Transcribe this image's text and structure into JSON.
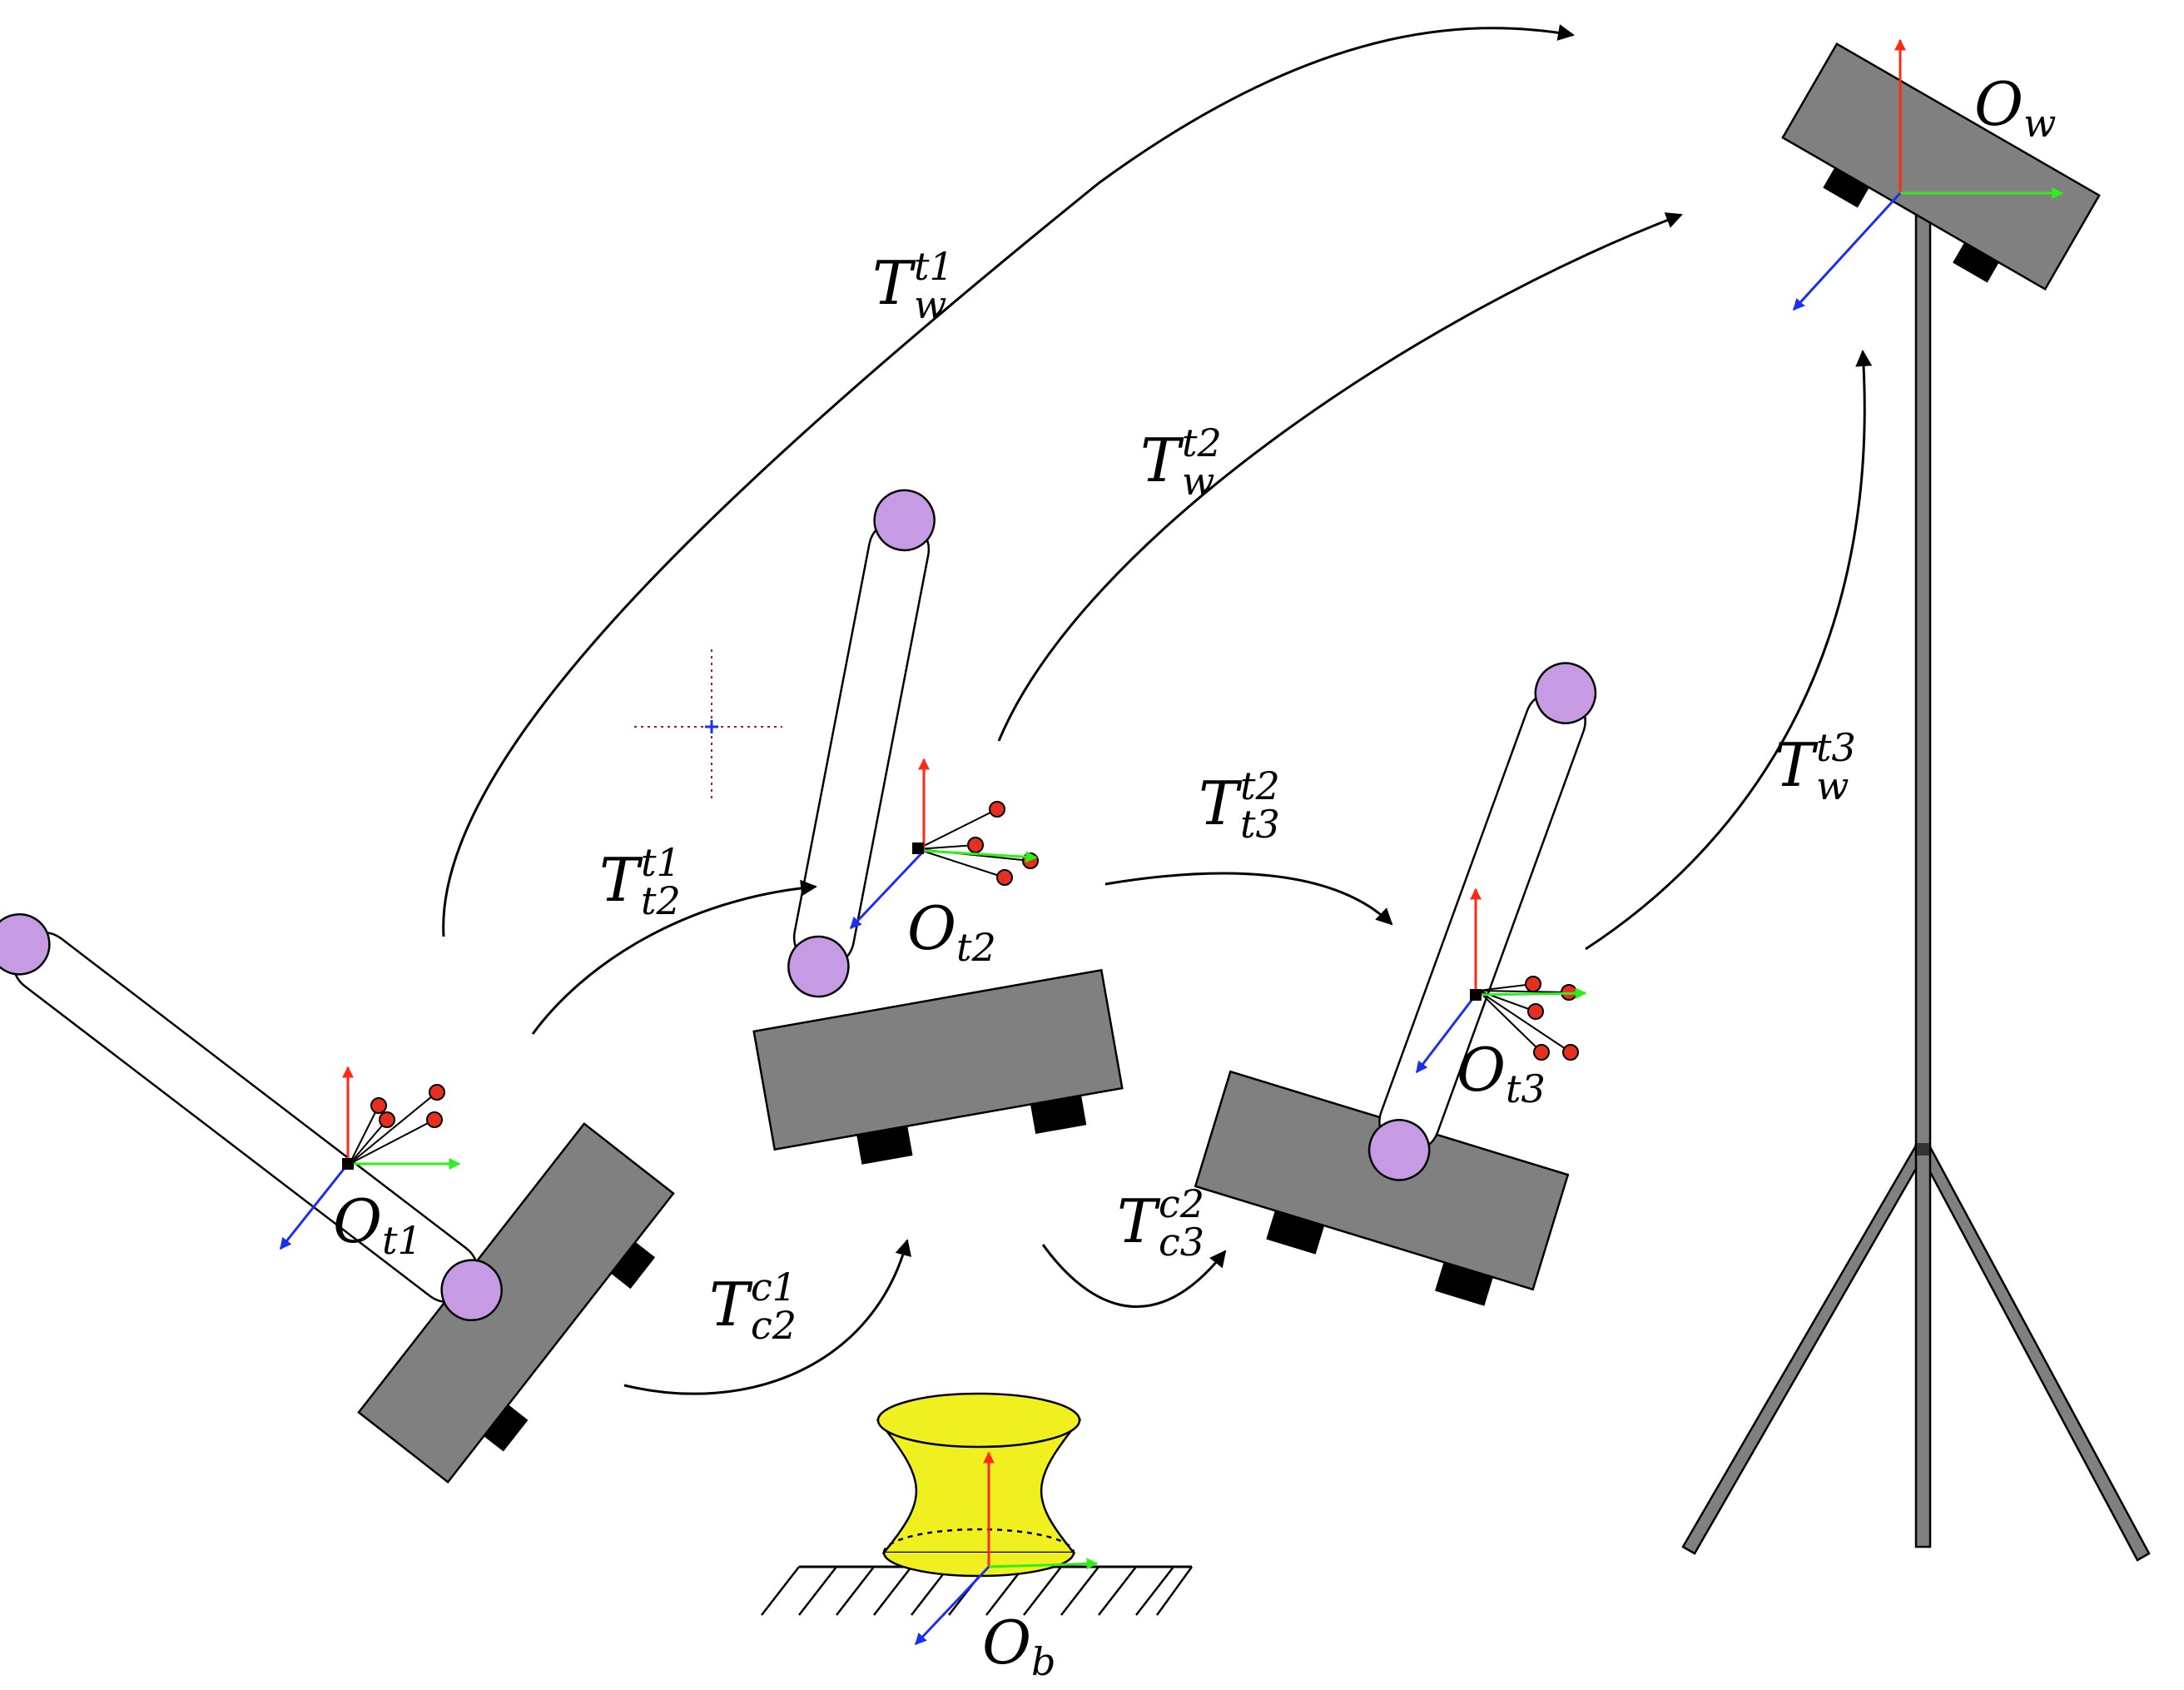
{
  "colors": {
    "background": "#ffffff",
    "tool_body": "#808080",
    "tool_feet": "#000000",
    "link_bar": "#ffffff",
    "joint": "#c79be4",
    "marker": "#e53020",
    "axis_z": "#ff2a14",
    "axis_y": "#2cf01a",
    "axis_x": "#1a2ff0",
    "base_object": "#f0f020",
    "cursor": "#8b2a2a"
  },
  "frames": {
    "ow": {
      "main": "O",
      "sub": "w"
    },
    "ot1": {
      "main": "O",
      "sub": "t1"
    },
    "ot2": {
      "main": "O",
      "sub": "t2"
    },
    "ot3": {
      "main": "O",
      "sub": "t3"
    },
    "ob": {
      "main": "O",
      "sub": "b"
    }
  },
  "transforms": {
    "tw_t1": {
      "main": "T",
      "sub": "w",
      "sup": "t1"
    },
    "tw_t2": {
      "main": "T",
      "sub": "w",
      "sup": "t2"
    },
    "tw_t3": {
      "main": "T",
      "sub": "w",
      "sup": "t3"
    },
    "tt2_t1": {
      "main": "T",
      "sub": "t2",
      "sup": "t1"
    },
    "tt3_t2": {
      "main": "T",
      "sub": "t3",
      "sup": "t2"
    },
    "tc2_c1": {
      "main": "T",
      "sub": "c2",
      "sup": "c1"
    },
    "tc3_c2": {
      "main": "T",
      "sub": "c3",
      "sup": "c2"
    }
  },
  "icons": {
    "camera": "camera-icon",
    "tripod": "tripod-icon",
    "base": "base-object-icon"
  }
}
